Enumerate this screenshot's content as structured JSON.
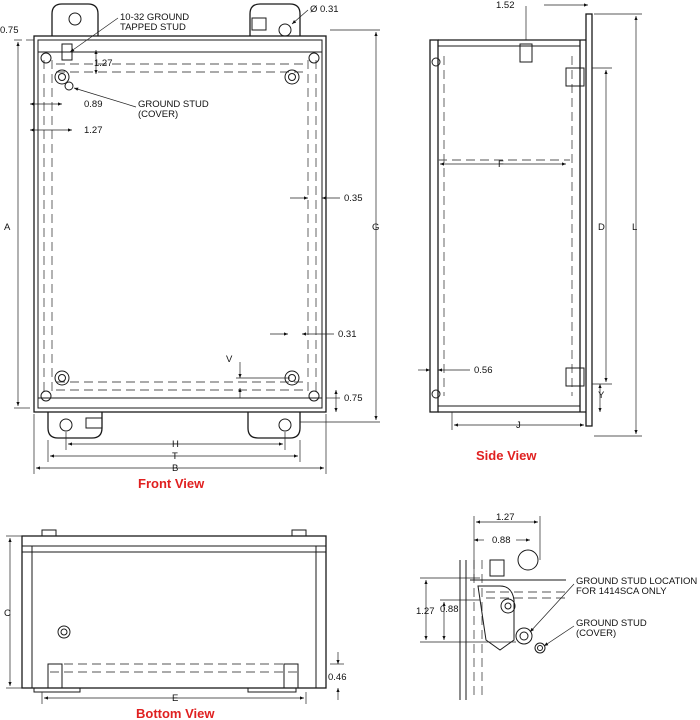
{
  "colors": {
    "title": "#e02020",
    "line": "#1a1a1a"
  },
  "front": {
    "title": "Front View",
    "callout_tapped_stud": "10-32 GROUND\nTAPPED STUD",
    "callout_ground_stud": "GROUND STUD\n(COVER)",
    "dims": {
      "top_left_075": "0.75",
      "stud_127_v": "1.27",
      "stud_089": "0.89",
      "stud_127_h": "1.27",
      "hole_dia": "Ø 0.31",
      "right_035": "0.35",
      "right_031": "0.31",
      "v": "V",
      "bottom_075": "0.75",
      "A": "A",
      "G": "G",
      "H": "H",
      "T": "T",
      "B": "B"
    }
  },
  "side": {
    "title": "Side View",
    "dims": {
      "top_152": "1.52",
      "F": "F",
      "D": "D",
      "L": "L",
      "left_056": "0.56",
      "Y": "Y",
      "J": "J"
    }
  },
  "bottom": {
    "title": "Bottom View",
    "dims": {
      "C": "C",
      "E": "E",
      "right_046": "0.46"
    }
  },
  "detail": {
    "callout_location": "GROUND STUD LOCATION\nFOR 1414SCA ONLY",
    "callout_stud": "GROUND STUD\n(COVER)",
    "dims": {
      "h127": "1.27",
      "h088": "0.88",
      "v127": "1.27",
      "v088": "0.88"
    }
  }
}
